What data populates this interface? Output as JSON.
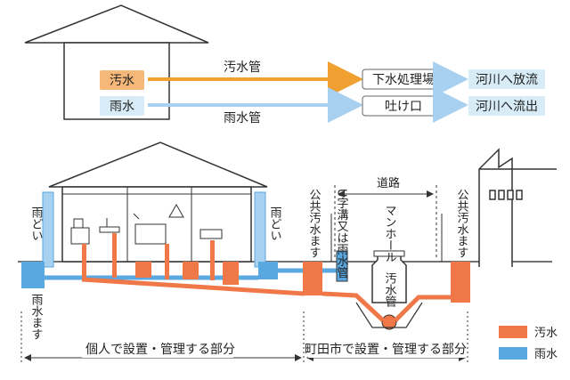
{
  "flow": {
    "sewage_label": "汚水",
    "storm_label": "雨水",
    "sewage_pipe": "汚水管",
    "storm_pipe": "雨水管",
    "treatment_plant": "下水処理場",
    "outfall": "吐け口",
    "river_release": "河川へ放流",
    "river_outflow": "河川へ流出"
  },
  "section": {
    "downspout_left": "雨どい",
    "downspout_right": "雨どい",
    "storm_basin": "雨水ます",
    "public_sewage_basin_left": "公共汚水ます",
    "public_sewage_basin_right": "公共汚水ます",
    "road": "道路",
    "manhole": "マンホール",
    "u_ditch": "U字溝又は雨水管",
    "sewer_main": "汚水管",
    "private_part": "個人で設置・管理する部分",
    "city_part": "町田市で設置・管理する部分"
  },
  "legend": {
    "sewage": "汚水",
    "storm": "雨水"
  },
  "colors": {
    "sewage_orange": "#f0a030",
    "sewage_box": "#f5b878",
    "storm_blue": "#a8d0f0",
    "storm_box": "#d8ecf8",
    "sewer_pipe": "#f07848",
    "storm_pipe": "#5aa8e0",
    "house_fill": "#ffffff",
    "line": "#333333"
  }
}
